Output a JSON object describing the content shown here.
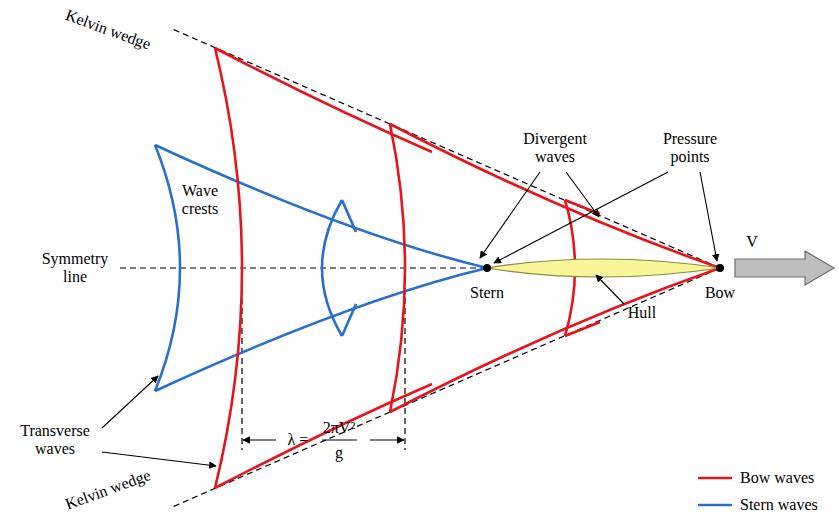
{
  "diagram": {
    "labels": [
      "Kelvin wedge",
      "Divergent waves",
      "Pressure points",
      "V",
      "Wave crests",
      "Symmetry line",
      "Stern",
      "Bow",
      "Hull",
      "Transverse waves",
      "λ =",
      "2πV²",
      "g",
      "Kelvin wedge"
    ],
    "legend": [
      {
        "text": "Bow waves"
      },
      {
        "text": "Stern waves"
      }
    ]
  }
}
